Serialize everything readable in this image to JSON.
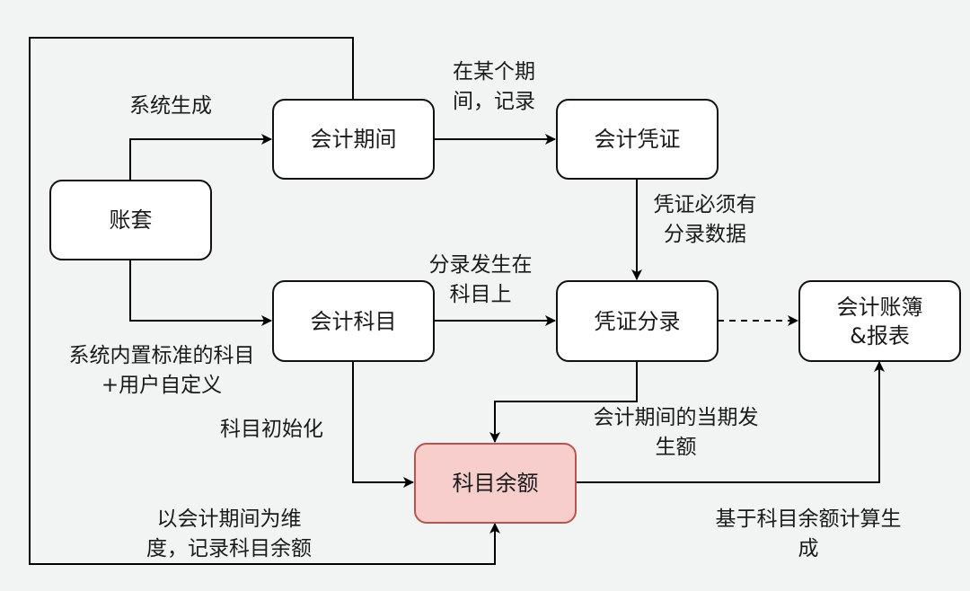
{
  "diagram": {
    "nodes": {
      "ledger_set": "账套",
      "accounting_period": "会计期间",
      "accounting_voucher": "会计凭证",
      "accounting_subject": "会计科目",
      "voucher_entry": "凭证分录",
      "books_reports": "会计账簿\n&报表",
      "subject_balance": "科目余额"
    },
    "edge_labels": {
      "system_generated": "系统生成",
      "record_in_period": "在某个期\n间，记录",
      "voucher_must_have_entries": "凭证必须有\n分录数据",
      "entry_on_subject": "分录发生在\n科目上",
      "builtin_plus_custom": "系统内置标准的科目\n+用户自定义",
      "subject_init": "科目初始化",
      "period_amount": "会计期间的当期发\n生额",
      "record_balance_by_period": "以会计期间为维\n度，记录科目余额",
      "generated_from_balance": "基于科目余额计算生\n成"
    },
    "colors": {
      "highlight_fill": "#f8cecc",
      "highlight_stroke": "#b85450"
    }
  }
}
